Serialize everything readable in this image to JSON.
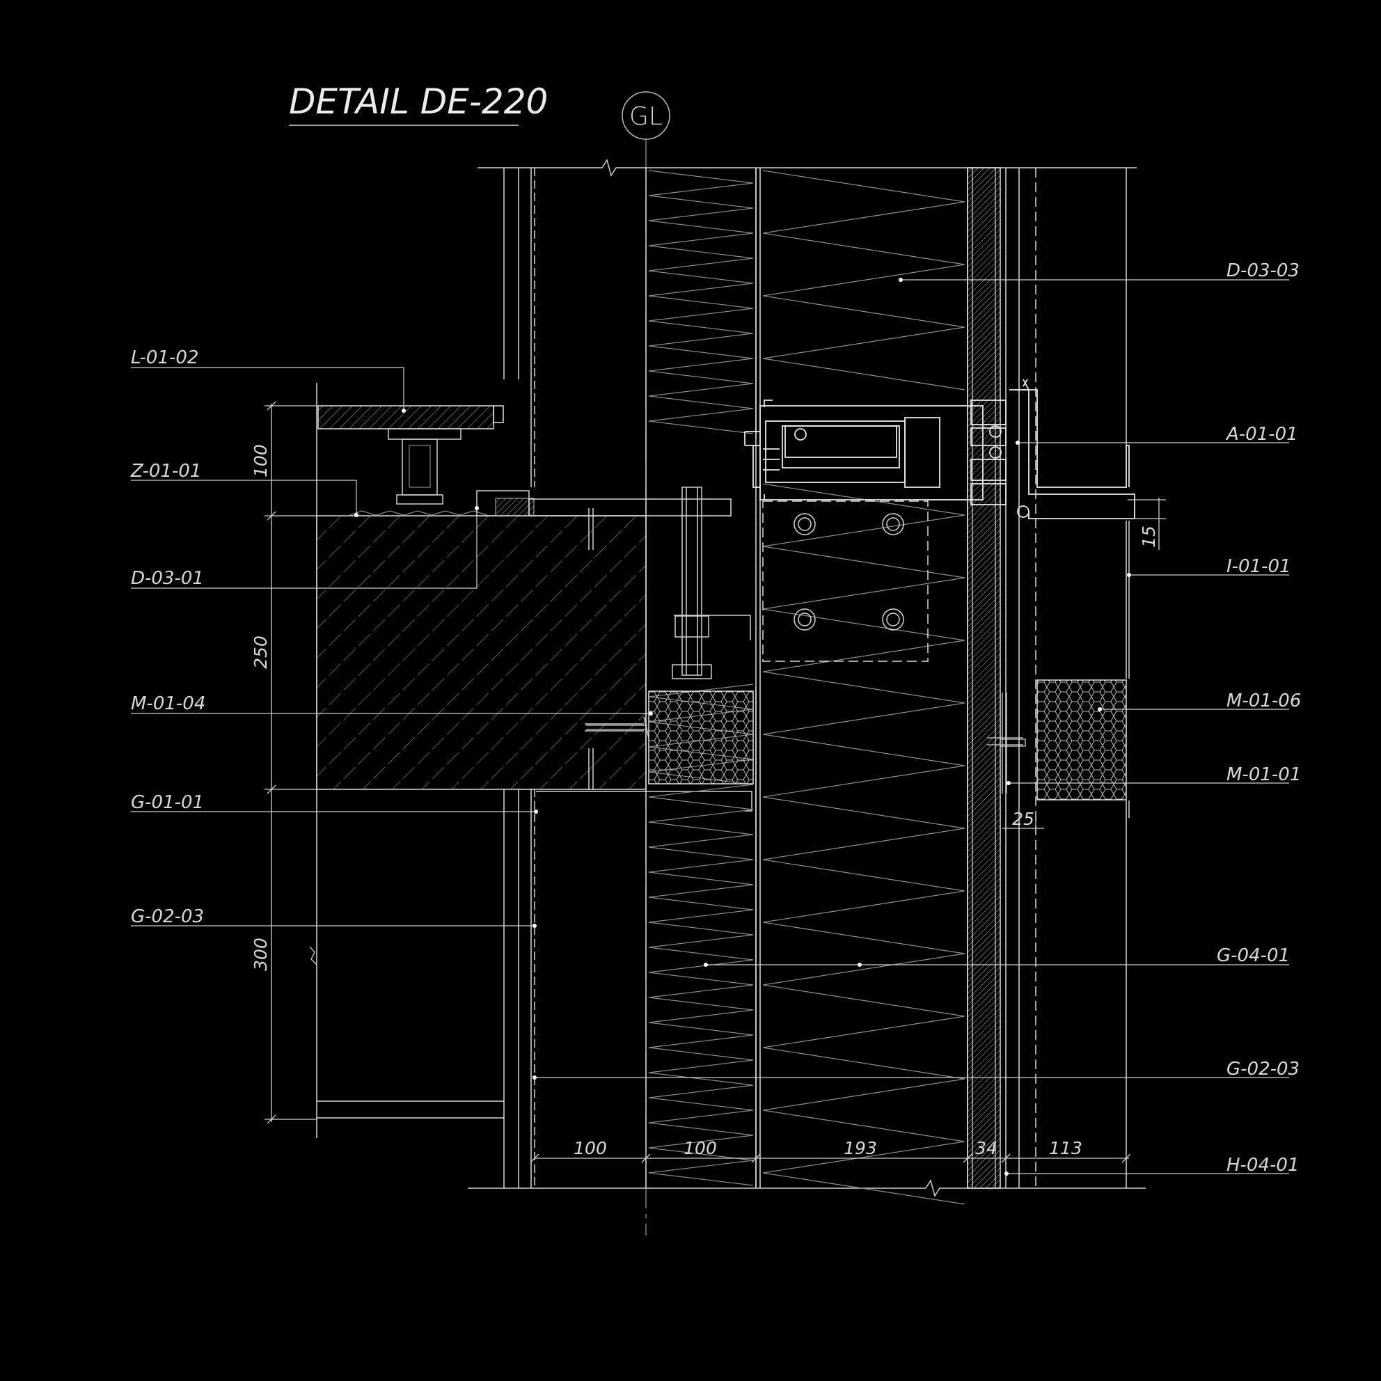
{
  "detail": {
    "title": "DETAIL DE-220",
    "grid_label": "GL"
  },
  "callouts_left": [
    "L-01-02",
    "Z-01-01",
    "D-03-01",
    "M-01-04",
    "G-01-01",
    "G-02-03"
  ],
  "callouts_right": [
    "D-03-03",
    "A-01-01",
    "I-01-01",
    "M-01-06",
    "M-01-01",
    "G-04-01",
    "G-02-03",
    "H-04-01"
  ],
  "dims_vertical": [
    "100",
    "250",
    "300",
    "15"
  ],
  "dims_bottom": [
    "100",
    "100",
    "193",
    "34",
    "113"
  ],
  "dim_small": "25",
  "colors": {
    "background": "#000000",
    "lines": "#ffffff",
    "text": "#d8d8d8"
  }
}
